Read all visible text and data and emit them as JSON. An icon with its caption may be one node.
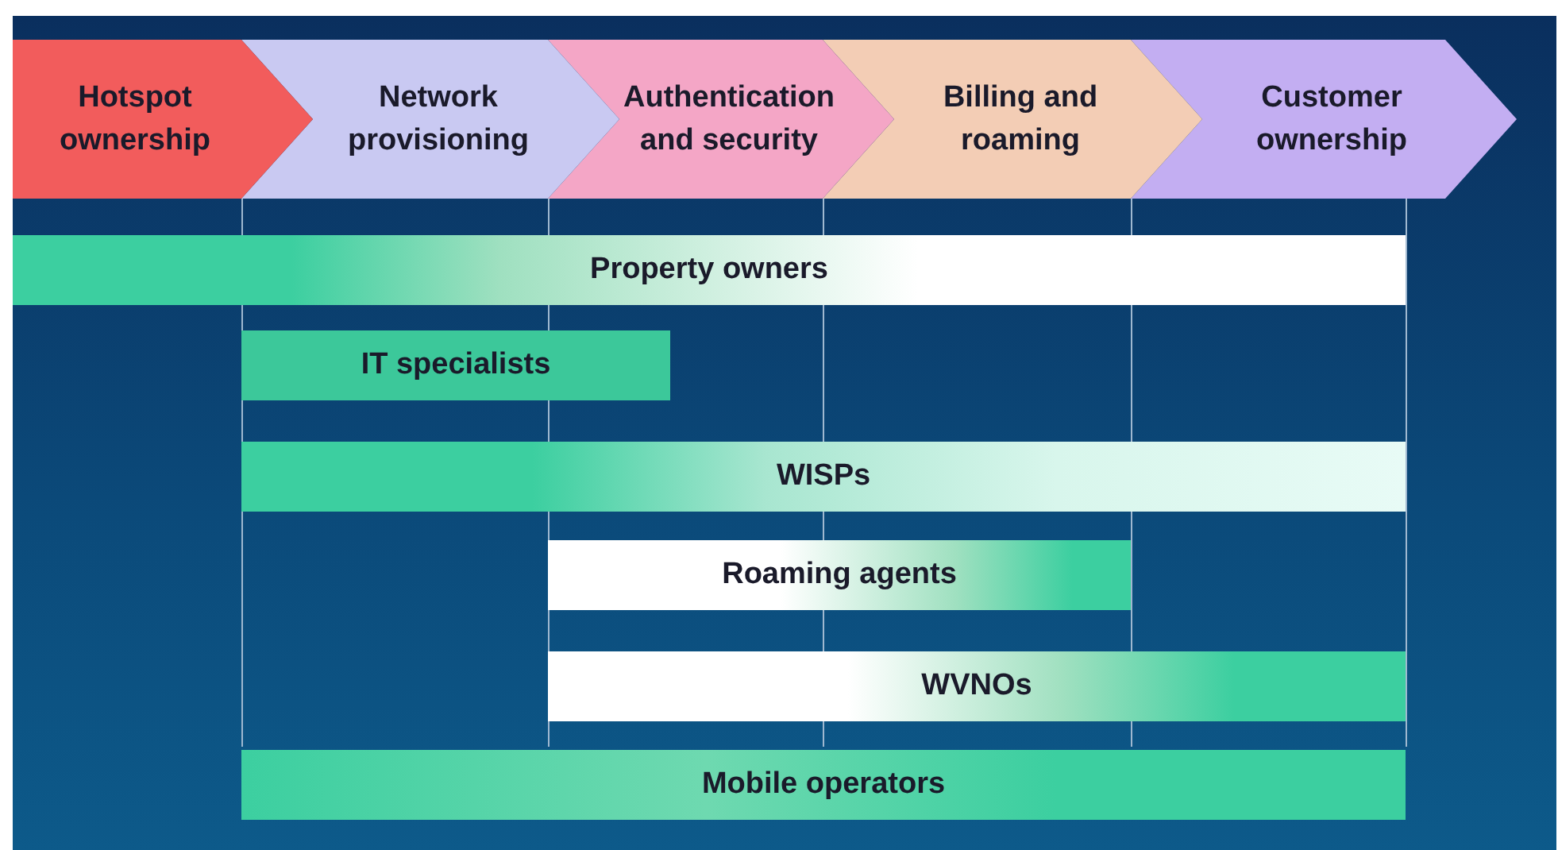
{
  "diagram": {
    "nodes": [
      {
        "text": [
          "Hotspot ownership"
        ]
      },
      {
        "text": [
          "Network provisioning"
        ]
      },
      {
        "text": [
          "Authentication and security"
        ]
      },
      {
        "text": [
          "Billing and roaming"
        ]
      },
      {
        "text": [
          "Customer ownership"
        ]
      },
      {
        "text": [
          "Property owners"
        ]
      },
      {
        "text": [
          "IT specialists"
        ]
      },
      {
        "text": [
          "WISPs"
        ]
      },
      {
        "text": [
          "Roaming agents"
        ]
      },
      {
        "text": [
          "WVNOs"
        ]
      },
      {
        "text": [
          "Mobile operators"
        ]
      }
    ]
  }
}
